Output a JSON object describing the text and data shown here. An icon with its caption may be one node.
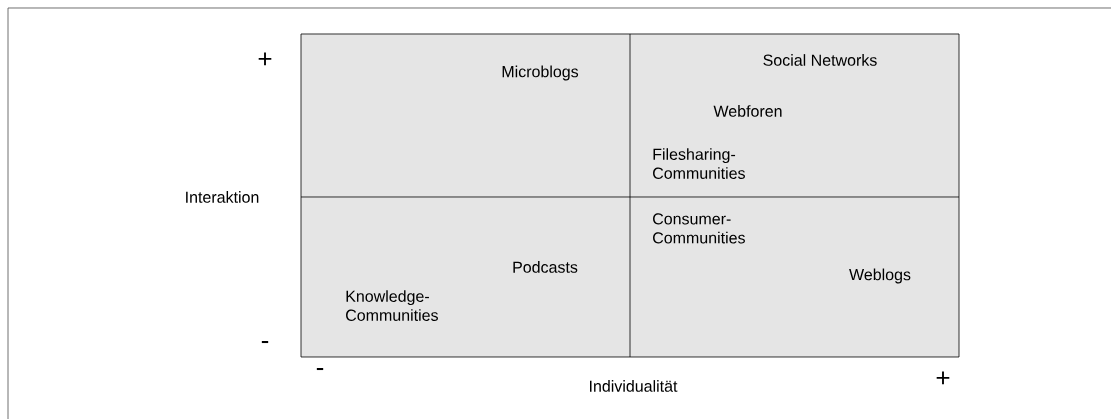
{
  "diagram": {
    "labels": [
      "+",
      "Social Networks",
      "Microblogs",
      "Webforen",
      "Filesharing- Communities",
      "Interaktion",
      "Consumer- Communities",
      "Podcasts",
      "Weblogs",
      "Knowledge- Communities",
      "-",
      "-",
      "Individualität",
      "+"
    ]
  }
}
